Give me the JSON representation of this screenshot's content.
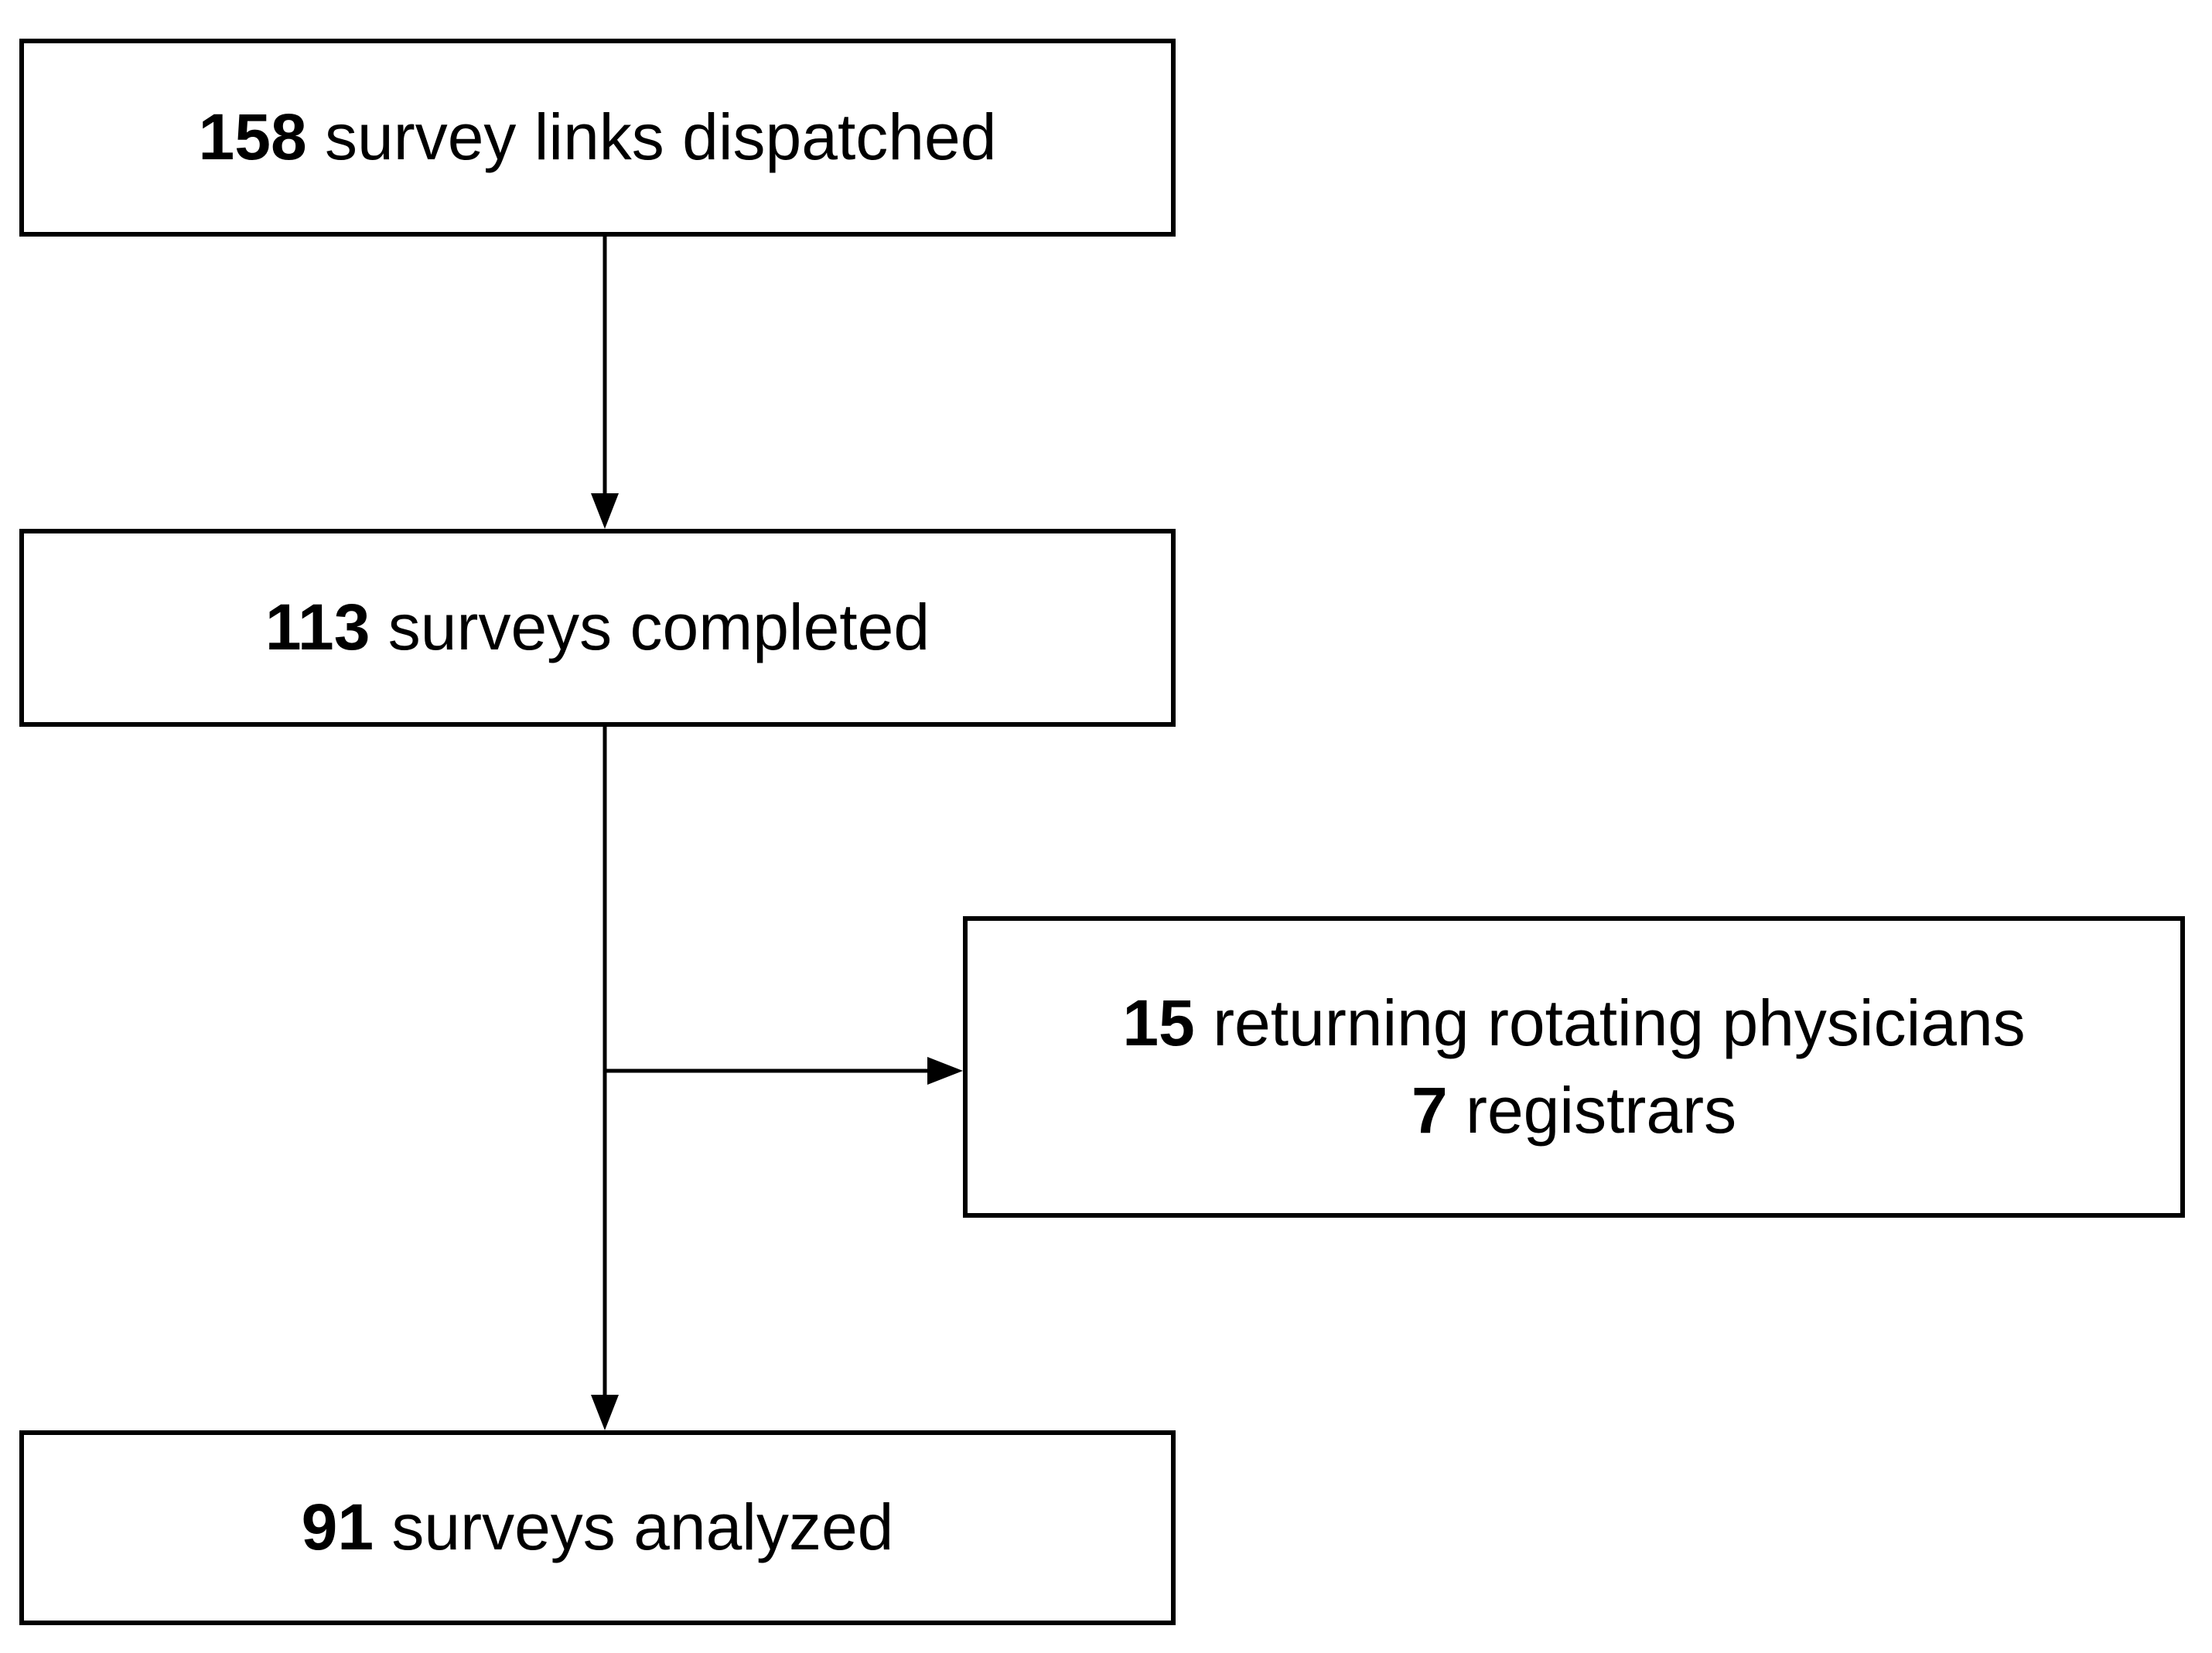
{
  "diagram": {
    "type": "flowchart",
    "description": "Survey participation flow diagram",
    "colors": {
      "background": "#ffffff",
      "box_border": "#000000",
      "text": "#000000",
      "arrow": "#000000"
    },
    "boxes": {
      "dispatched": {
        "count": "158",
        "label": " survey links dispatched"
      },
      "completed": {
        "count": "113",
        "label": " surveys completed"
      },
      "excluded": {
        "lines": [
          {
            "count": "15",
            "label": " returning rotating physicians"
          },
          {
            "count": "7",
            "label": " registrars"
          }
        ]
      },
      "analyzed": {
        "count": "91",
        "label": " surveys analyzed"
      }
    },
    "arrows": [
      {
        "from": "dispatched",
        "to": "completed",
        "direction": "down"
      },
      {
        "from": "completed",
        "to": "analyzed",
        "direction": "down"
      },
      {
        "from": "completed-analyzed-line",
        "to": "excluded",
        "direction": "right"
      }
    ]
  }
}
